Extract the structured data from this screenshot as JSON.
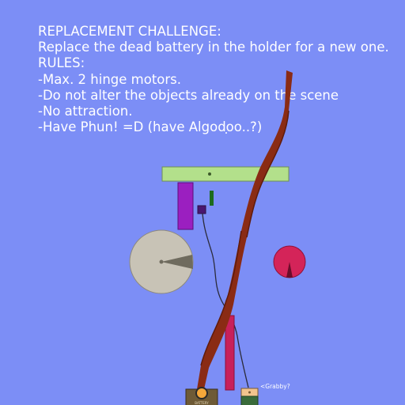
{
  "instructions": {
    "heading": "REPLACEMENT CHALLENGE:",
    "task": "Replace the dead battery in the holder for a new one.",
    "rules_heading": "RULES:",
    "rules": [
      "-Max. 2 hinge motors.",
      "-Do not alter the objects already on the scene",
      "-No attraction.",
      "-Have Phun! =D (have Algodoo..?)"
    ]
  },
  "scene": {
    "grabby_label": "<Grabby?",
    "battery_label": "BATTERY"
  },
  "colors": {
    "background": "#7c8ef6",
    "platform": "#b3e08b",
    "purple_block": "#9b1fc0",
    "green_peg": "#1d6b1d",
    "small_square": "#4a1670",
    "wheel": "#c8c3b6",
    "wheel_pointer": "#6f6b5e",
    "red_ball": "#d42459",
    "pink_pole": "#c8205a",
    "ribbon": "#8a2b14",
    "ribbon_dark": "#5f1b0b"
  }
}
